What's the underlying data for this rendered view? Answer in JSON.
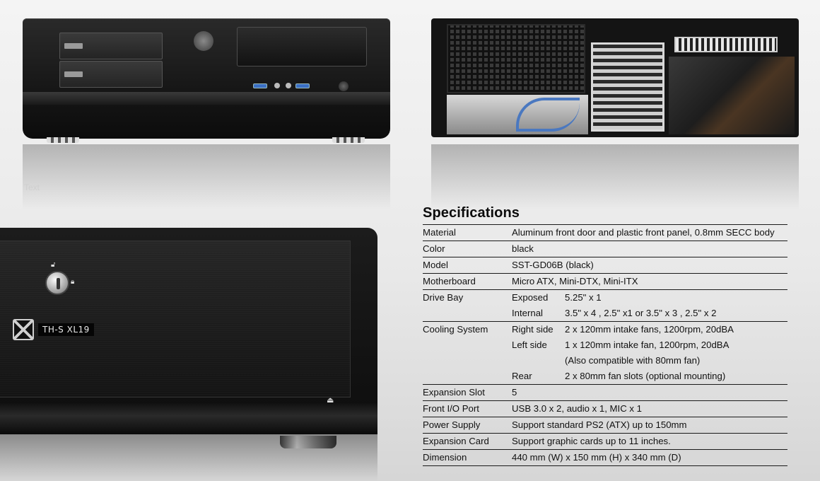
{
  "photos": {
    "front_watermark": "Text",
    "case_model_label": "TH-S  XL19"
  },
  "specifications": {
    "title": "Specifications",
    "rows": [
      {
        "label": "Material",
        "value": "Aluminum front door and plastic front panel, 0.8mm SECC body"
      },
      {
        "label": "Color",
        "value": "black"
      },
      {
        "label": "Model",
        "value": "SST-GD06B (black)"
      },
      {
        "label": "Motherboard",
        "value": "Micro ATX, Mini-DTX, Mini-ITX"
      },
      {
        "label": "Drive Bay",
        "sub": [
          {
            "label": "Exposed",
            "value": "5.25\" x 1"
          },
          {
            "label": "Internal",
            "value": "3.5\" x 4 , 2.5\" x1 or 3.5\" x 3 , 2.5\" x 2"
          }
        ]
      },
      {
        "label": "Cooling System",
        "sub": [
          {
            "label": "Right side",
            "value": "2 x 120mm intake fans, 1200rpm, 20dBA"
          },
          {
            "label": "Left side",
            "value": "1 x 120mm intake fan, 1200rpm, 20dBA"
          },
          {
            "label": "",
            "value": "(Also compatible with 80mm fan)"
          },
          {
            "label": "Rear",
            "value": "2 x 80mm fan slots (optional mounting)"
          }
        ]
      },
      {
        "label": "Expansion Slot",
        "value": "5"
      },
      {
        "label": "Front I/O Port",
        "value": "USB 3.0 x 2, audio x 1, MIC x 1"
      },
      {
        "label": "Power Supply",
        "value": "Support standard PS2 (ATX) up to 150mm"
      },
      {
        "label": "Expansion Card",
        "value": "Support graphic cards up to 11 inches."
      },
      {
        "label": "Dimension",
        "value": "440 mm (W) x 150 mm (H) x 340 mm (D)"
      }
    ]
  },
  "icons": {
    "lock_open": "unlocked-padlock-icon",
    "lock_closed": "locked-padlock-icon",
    "eject": "eject-icon",
    "brand_logo": "snowflake-logo-icon"
  }
}
